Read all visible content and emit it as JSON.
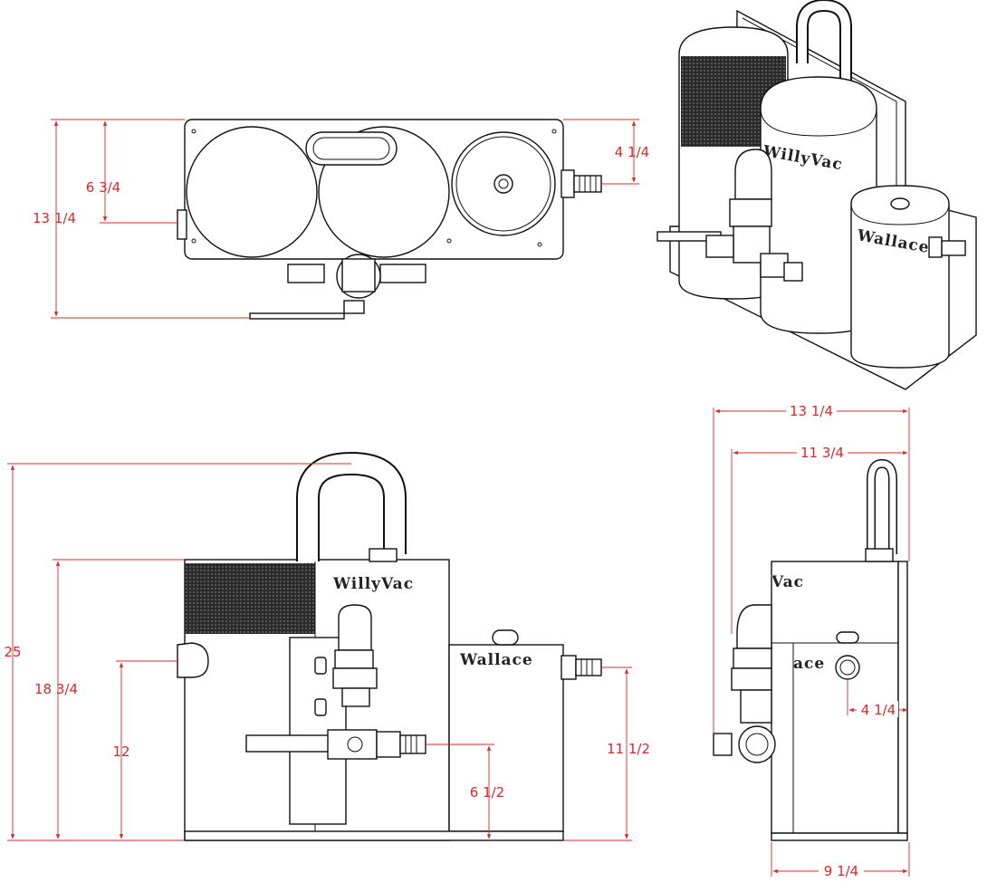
{
  "dimensions": {
    "top_view": {
      "total_depth": "13 1/4",
      "tank_depth": "6 3/4",
      "outlet_offset": "4 1/4"
    },
    "front_view": {
      "overall_height": "25",
      "body_height": "18 3/4",
      "inlet_height": "12",
      "valve_height": "6 1/2",
      "outlet_height": "11 1/2"
    },
    "side_view": {
      "overall_width": "13 1/4",
      "frame_width": "11 3/4",
      "depth": "9 1/4",
      "port_offset": "4 1/4"
    }
  },
  "labels": {
    "brand_main": "WillyVac",
    "brand_secondary": "Wallace",
    "iso_brand_main": "WillyVac",
    "iso_brand_secondary": "Wallace",
    "side_brand_main": "Vac",
    "side_brand_secondary": "ace"
  },
  "colors": {
    "dimension": "#d42a2a",
    "line": "#111111",
    "mesh": "#2a2a2a"
  }
}
